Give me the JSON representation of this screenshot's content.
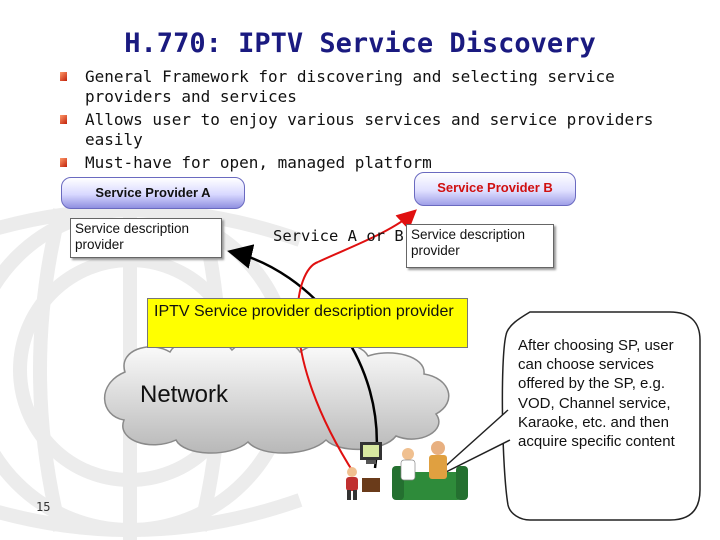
{
  "title": "H.770: IPTV Service Discovery",
  "bullets": [
    "General Framework for discovering and selecting service providers and services",
    "Allows user to enjoy various services and service providers easily",
    "Must-have for open, managed platform"
  ],
  "diagram": {
    "service_provider_a": "Service Provider  A",
    "service_provider_b": "Service Provider B",
    "desc_a": "Service description provider",
    "desc_b": "Service description provider",
    "service_choice": "Service A or B",
    "iptv_box": "IPTV Service provider description provider",
    "network": "Network",
    "callout": "After choosing  SP, user can choose services offered by the SP, e.g. VOD, Channel service, Karaoke, etc. and then acquire specific content",
    "arrow_colors": {
      "black_arrow": "#000000",
      "red_arrow": "#e01010"
    },
    "icons": [
      "network-cloud-icon",
      "people-watching-tv-icon",
      "itu-logo-watermark-icon"
    ]
  },
  "page_number": "15",
  "colors": {
    "title": "#1a1a80",
    "iptv_box": "#ffff00",
    "bullet": "#c0200a",
    "tab_gradient": "#9090e0"
  }
}
